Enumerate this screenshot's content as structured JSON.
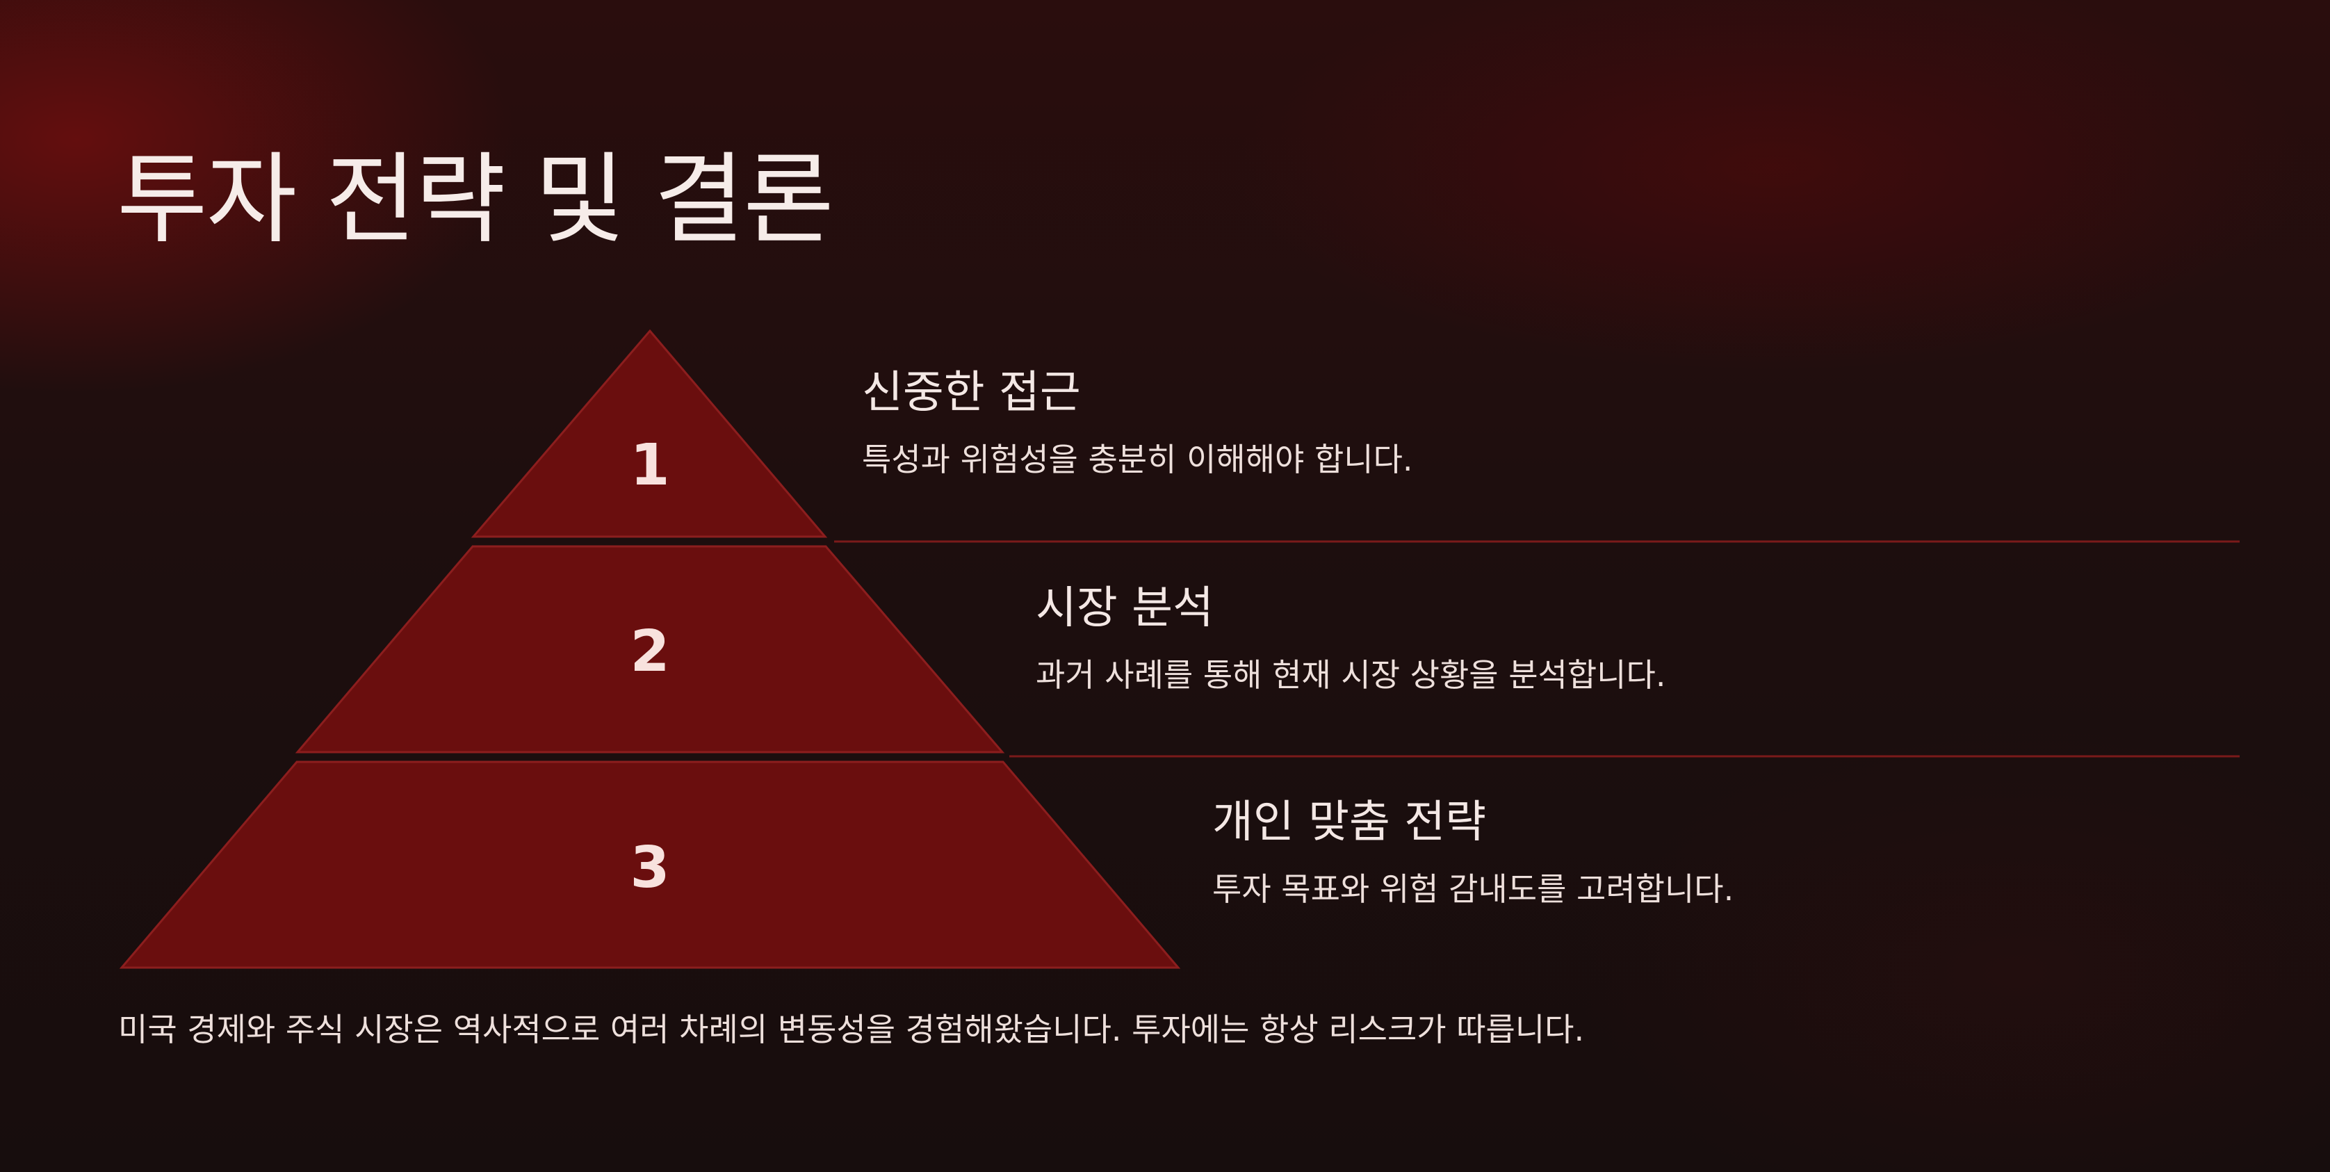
{
  "slide": {
    "title": "투자 전략 및 결론",
    "footer": "미국 경제와 주식 시장은 역사적으로 여러 차례의 변동성을 경험해왔습니다. 투자에는 항상 리스크가 따릅니다."
  },
  "pyramid": {
    "tiers": [
      {
        "number": "1",
        "heading": "신중한 접근",
        "description": "특성과 위험성을 충분히 이해해야 합니다."
      },
      {
        "number": "2",
        "heading": "시장 분석",
        "description": "과거 사례를 통해 현재 시장 상황을 분석합니다."
      },
      {
        "number": "3",
        "heading": "개인 맞춤 전략",
        "description": "투자 목표와 위험 감내도를 고려합니다."
      }
    ]
  },
  "colors": {
    "background": "#1a0d0d",
    "tier_fill": "#6a0e0e",
    "accent_line": "#7a1a1a",
    "text": "#f3e6e4"
  }
}
